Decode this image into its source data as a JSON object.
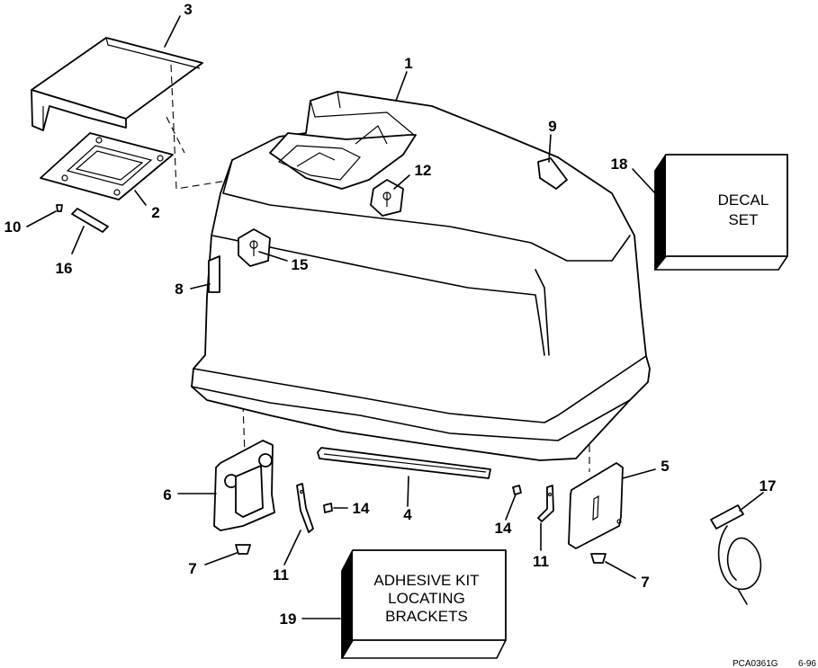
{
  "callouts": {
    "c1": "1",
    "c2": "2",
    "c3": "3",
    "c4": "4",
    "c5": "5",
    "c6": "6",
    "c7a": "7",
    "c7b": "7",
    "c8": "8",
    "c9": "9",
    "c10": "10",
    "c11a": "11",
    "c11b": "11",
    "c12": "12",
    "c14a": "14",
    "c14b": "14",
    "c15": "15",
    "c16": "16",
    "c17": "17",
    "c18": "18",
    "c19": "19"
  },
  "decal_box": {
    "line1": "DECAL",
    "line2": "SET"
  },
  "adhesive_box": {
    "line1": "ADHESIVE KIT",
    "line2": "LOCATING",
    "line3": "BRACKETS"
  },
  "footer": {
    "code": "PCA0361G",
    "date": "6-96"
  }
}
